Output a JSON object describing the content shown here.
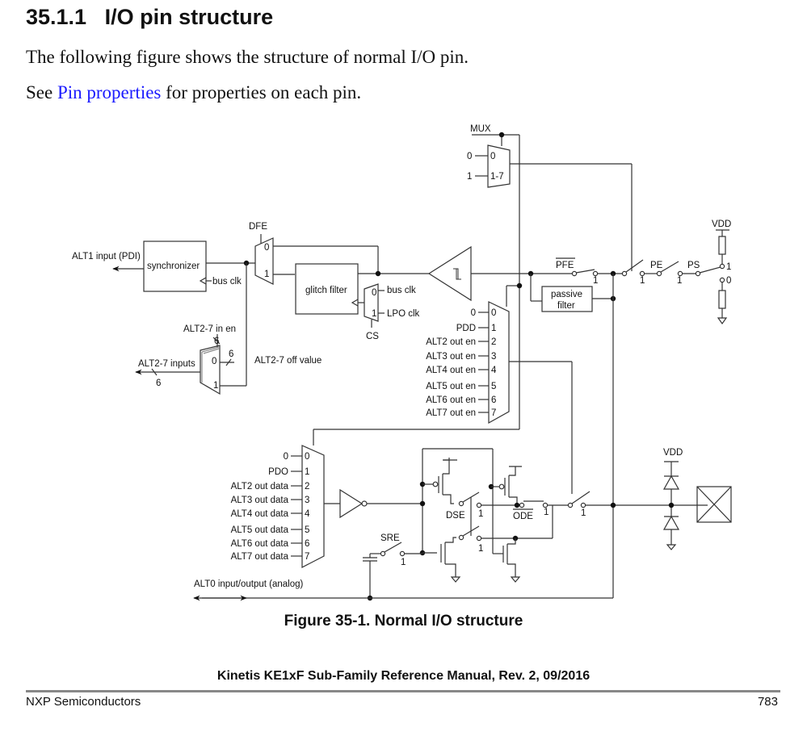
{
  "section": {
    "number": "35.1.1",
    "title": "I/O pin structure"
  },
  "body": {
    "p1": "The following figure shows the structure of normal I/O pin.",
    "p2_prefix": "See ",
    "p2_link": "Pin properties",
    "p2_suffix": " for properties on each pin."
  },
  "figure": {
    "caption": "Figure 35-1. Normal I/O structure",
    "mux_top": {
      "label": "MUX",
      "inputs": [
        "0",
        "1"
      ],
      "pins": [
        "0",
        "1-7"
      ]
    },
    "alt1_input": "ALT1 input (PDI)",
    "synchronizer": "synchronizer",
    "bus_clk": "bus clk",
    "dfe": {
      "label": "DFE",
      "pins": [
        "0",
        "1"
      ]
    },
    "glitch_filter": "glitch filter",
    "cs_mux": {
      "label": "CS",
      "pins": [
        "0",
        "1"
      ],
      "inputs": [
        "bus clk",
        "LPO clk"
      ]
    },
    "alt27_in_en": "ALT2-7 in en",
    "alt27_inputs": "ALT2-7 inputs",
    "alt27_off_value": "ALT2-7 off value",
    "bus_width": "6",
    "alt27_mux_pins": [
      "0",
      "1"
    ],
    "pfe": "PFE",
    "pe": "PE",
    "ps": "PS",
    "vdd": "VDD",
    "passive_filter": [
      "passive",
      "filter"
    ],
    "switch_one": "1",
    "ps_pins": [
      "1",
      "0"
    ],
    "oe_mux": {
      "inputs": [
        "0",
        "PDD",
        "ALT2 out en",
        "ALT3 out en",
        "ALT4 out en",
        "ALT5 out en",
        "ALT6 out en",
        "ALT7 out en"
      ],
      "pins": [
        "0",
        "1",
        "2",
        "3",
        "4",
        "5",
        "6",
        "7"
      ]
    },
    "data_mux": {
      "inputs": [
        "0",
        "PDO",
        "ALT2 out data",
        "ALT3 out data",
        "ALT4 out data",
        "ALT5 out data",
        "ALT6 out data",
        "ALT7 out data"
      ],
      "pins": [
        "0",
        "1",
        "2",
        "3",
        "4",
        "5",
        "6",
        "7"
      ]
    },
    "sre": "SRE",
    "dse": "DSE",
    "ode": "ODE",
    "alt0": "ALT0 input/output (analog)"
  },
  "footer": {
    "manual": "Kinetis KE1xF Sub-Family Reference Manual, Rev. 2, 09/2016",
    "company": "NXP Semiconductors",
    "page": "783"
  }
}
